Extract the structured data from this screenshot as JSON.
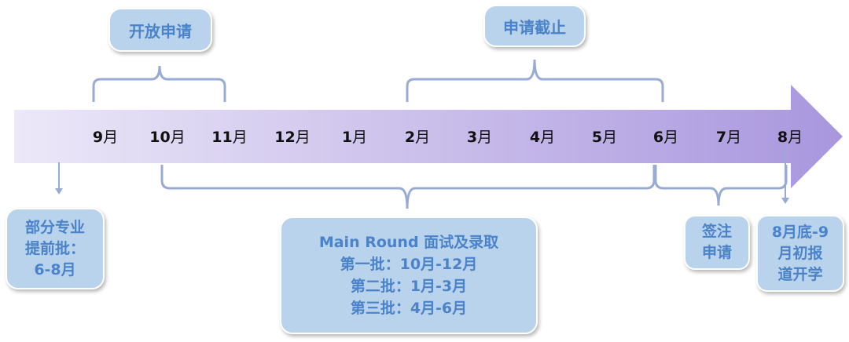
{
  "colors": {
    "arrow_start": "#ece8f8",
    "arrow_end": "#a996de",
    "bracket": "#98abd3",
    "box_fill": "#b9d3ec",
    "box_text": "#4a83c9"
  },
  "timeline": {
    "months": [
      {
        "num": "9",
        "unit": "月"
      },
      {
        "num": "10",
        "unit": "月"
      },
      {
        "num": "11",
        "unit": "月"
      },
      {
        "num": "12",
        "unit": "月"
      },
      {
        "num": "1",
        "unit": "月"
      },
      {
        "num": "2",
        "unit": "月"
      },
      {
        "num": "3",
        "unit": "月"
      },
      {
        "num": "4",
        "unit": "月"
      },
      {
        "num": "5",
        "unit": "月"
      },
      {
        "num": "6",
        "unit": "月"
      },
      {
        "num": "7",
        "unit": "月"
      },
      {
        "num": "8",
        "unit": "月"
      }
    ]
  },
  "boxes": {
    "open_application": "开放申请",
    "application_deadline": "申请截止",
    "early_batch": [
      "部分专业",
      "提前批：",
      "6-8月"
    ],
    "main_round": [
      "Main Round 面试及录取",
      "第一批：10月-12月",
      "第二批：1月-3月",
      "第三批：4月-6月"
    ],
    "confirm_application": [
      "签注",
      "申请"
    ],
    "school_start": [
      "8月底-9",
      "月初报",
      "道开学"
    ]
  }
}
